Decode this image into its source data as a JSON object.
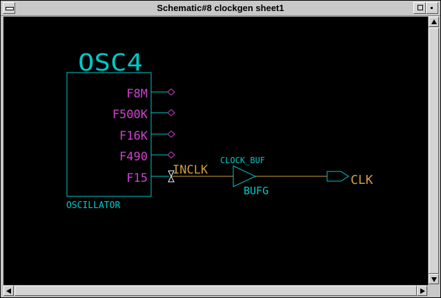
{
  "window": {
    "title": "Schematic#8 clockgen sheet1"
  },
  "schematic": {
    "component": {
      "type_name": "OSC4",
      "instance_label": "OSCILLATOR",
      "pins": [
        "F8M",
        "F500K",
        "F16K",
        "F490",
        "F15"
      ]
    },
    "net_label": "INCLK",
    "buffer": {
      "instance_name": "CLOCK_BUF",
      "type_name": "BUFG"
    },
    "output_port": "CLK",
    "colors": {
      "background": "#000000",
      "component_outline": "#00c8c8",
      "pin_labels": "#d040d0",
      "net_wire": "#d0a040",
      "net_label": "#d0a040",
      "port_label": "#d0a040"
    }
  },
  "scrollbars": {
    "vertical_icons": [
      "arrow-up-icon",
      "arrow-down-icon"
    ],
    "horizontal_icons": [
      "arrow-left-icon",
      "arrow-right-icon"
    ]
  }
}
